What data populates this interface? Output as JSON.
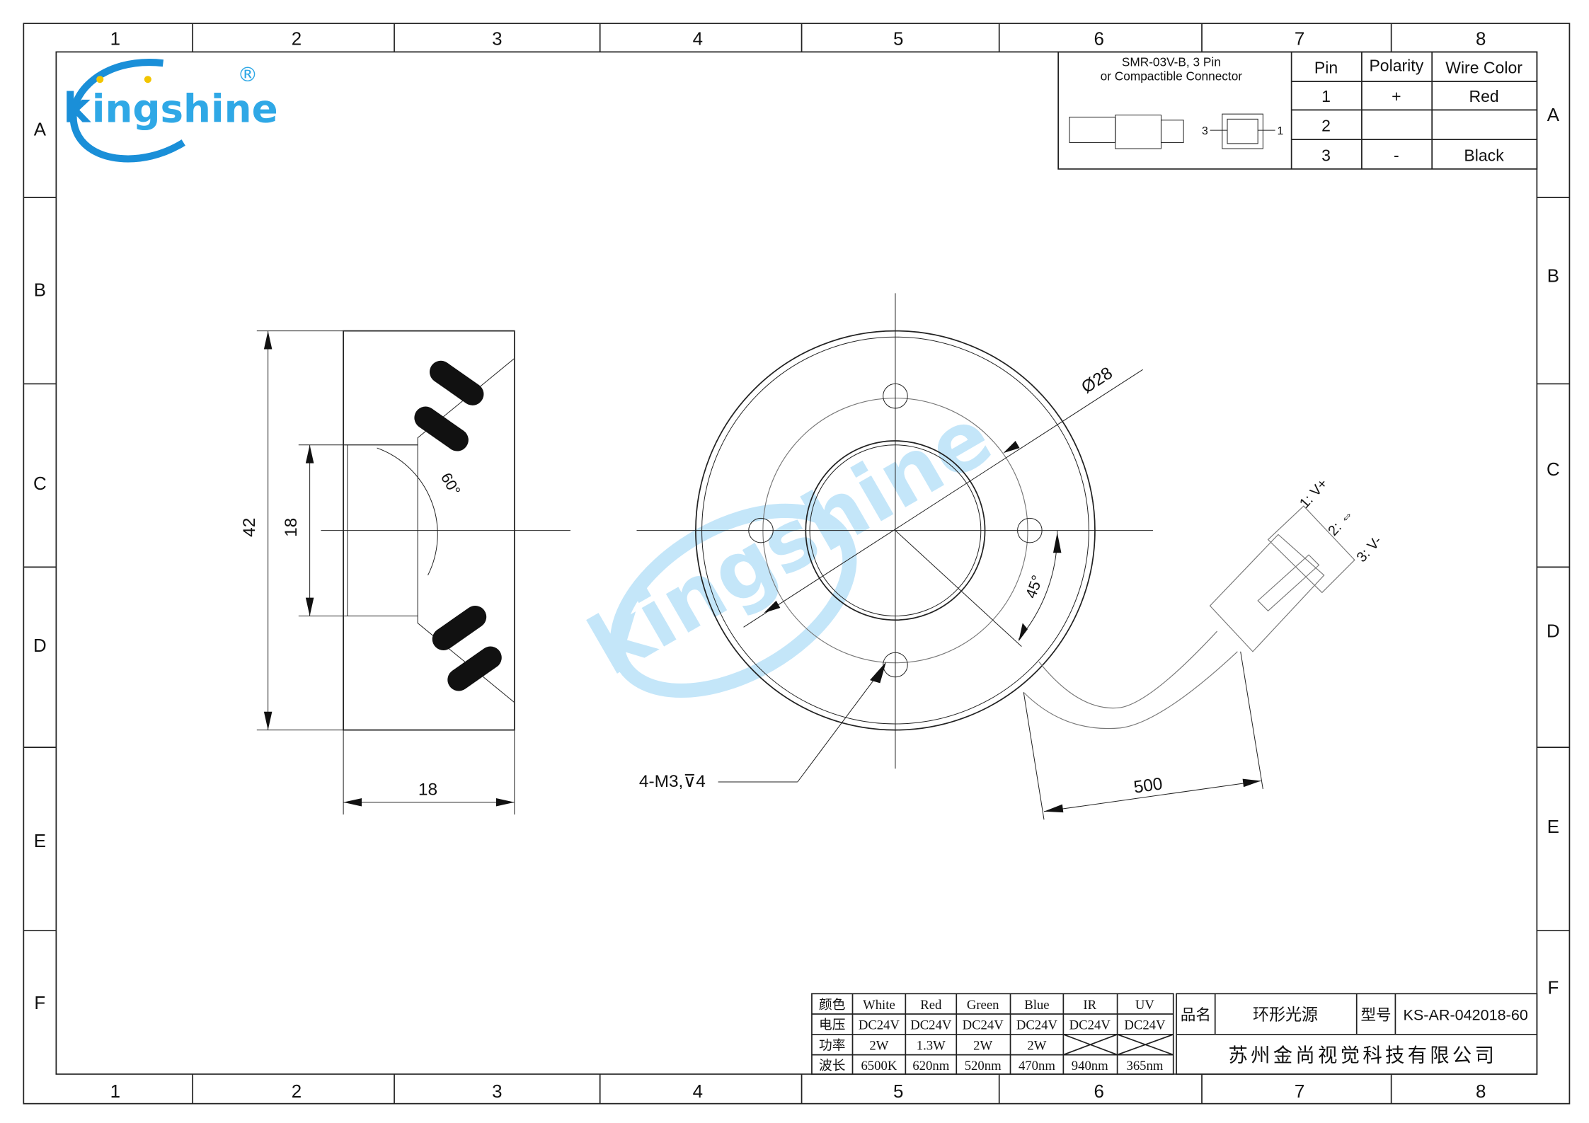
{
  "frame": {
    "columns": [
      "1",
      "2",
      "3",
      "4",
      "5",
      "6",
      "7",
      "8"
    ],
    "rows": [
      "A",
      "B",
      "C",
      "D",
      "E",
      "F"
    ]
  },
  "logo": {
    "text": "kingshine",
    "mark": "®",
    "color": "#1a8fd8"
  },
  "connector": {
    "title_line1": "SMR-03V-B, 3 Pin",
    "title_line2": "or Compactible Connector",
    "pin_left": "3",
    "pin_right": "1",
    "headers": [
      "Pin",
      "Polarity",
      "Wire Color"
    ],
    "rows": [
      [
        "1",
        "+",
        "Red"
      ],
      [
        "2",
        "",
        ""
      ],
      [
        "3",
        "-",
        "Black"
      ]
    ]
  },
  "dimensions": {
    "height_outer": "42",
    "height_inner": "18",
    "width": "18",
    "angle_side": "60°",
    "diameter": "Ø28",
    "angle_front": "45°",
    "holes": "4-M3,⊽4",
    "cable_length": "500"
  },
  "cable_pins": [
    "1: V+",
    "2: ⇔",
    "3: V-"
  ],
  "spec_table": {
    "rows": [
      [
        "颜色",
        "White",
        "Red",
        "Green",
        "Blue",
        "IR",
        "UV"
      ],
      [
        "电压",
        "DC24V",
        "DC24V",
        "DC24V",
        "DC24V",
        "DC24V",
        "DC24V"
      ],
      [
        "功率",
        "2W",
        "1.3W",
        "2W",
        "2W",
        "",
        ""
      ],
      [
        "波长",
        "6500K",
        "620nm",
        "520nm",
        "470nm",
        "940nm",
        "365nm"
      ]
    ]
  },
  "title_block": {
    "name_label": "品名",
    "name_value": "环形光源",
    "model_label": "型号",
    "model_value": "KS-AR-042018-60",
    "company": "苏州金尚视觉科技有限公司"
  }
}
